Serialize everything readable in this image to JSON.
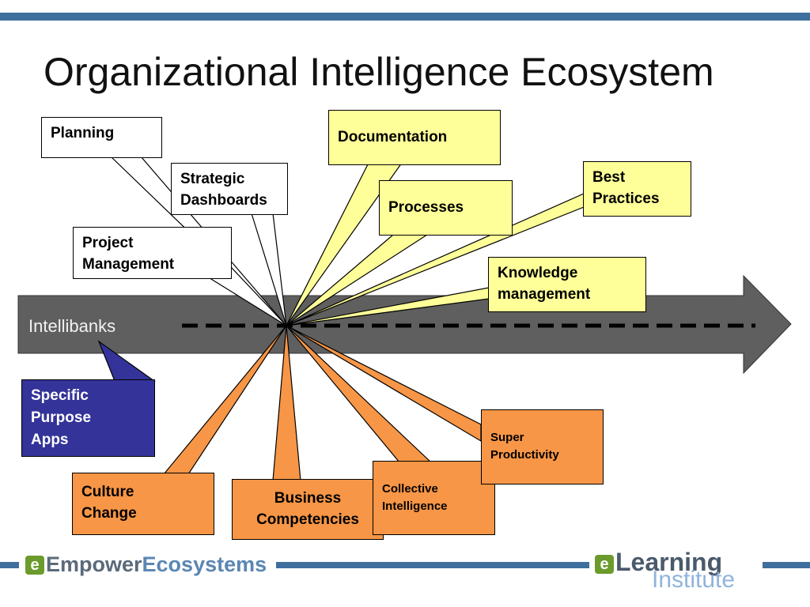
{
  "title": "Organizational Intelligence Ecosystem",
  "arrow": {
    "label": "Intellibanks"
  },
  "boxes": {
    "planning": "Planning",
    "strategic_dashboards": [
      "Strategic",
      "Dashboards"
    ],
    "project_management": [
      "Project",
      "Management"
    ],
    "documentation": "Documentation",
    "processes": "Processes",
    "best_practices": [
      "Best",
      "Practices"
    ],
    "knowledge_management": [
      "Knowledge",
      "management"
    ],
    "specific_purpose_apps": [
      "Specific",
      "Purpose",
      "Apps"
    ],
    "culture_change": [
      "Culture",
      "Change"
    ],
    "business_competencies": [
      "Business",
      "Competencies"
    ],
    "collective_intelligence": [
      "Collective",
      "Intelligence"
    ],
    "super_productivity": [
      "Super",
      "Productivity"
    ]
  },
  "footer": {
    "left_logo": {
      "e": "e",
      "part1": "Empower",
      "part2": "Ecosystems"
    },
    "right_logo": {
      "e": "e",
      "part1": "Learning",
      "part2": "Institute"
    }
  },
  "colors": {
    "title_bar": "#3e6f9d",
    "arrow": "#5f5f5f",
    "white_callout": "#ffffff",
    "yellow_callout": "#ffff99",
    "orange_callout": "#f79646",
    "blue_callout": "#333399"
  }
}
